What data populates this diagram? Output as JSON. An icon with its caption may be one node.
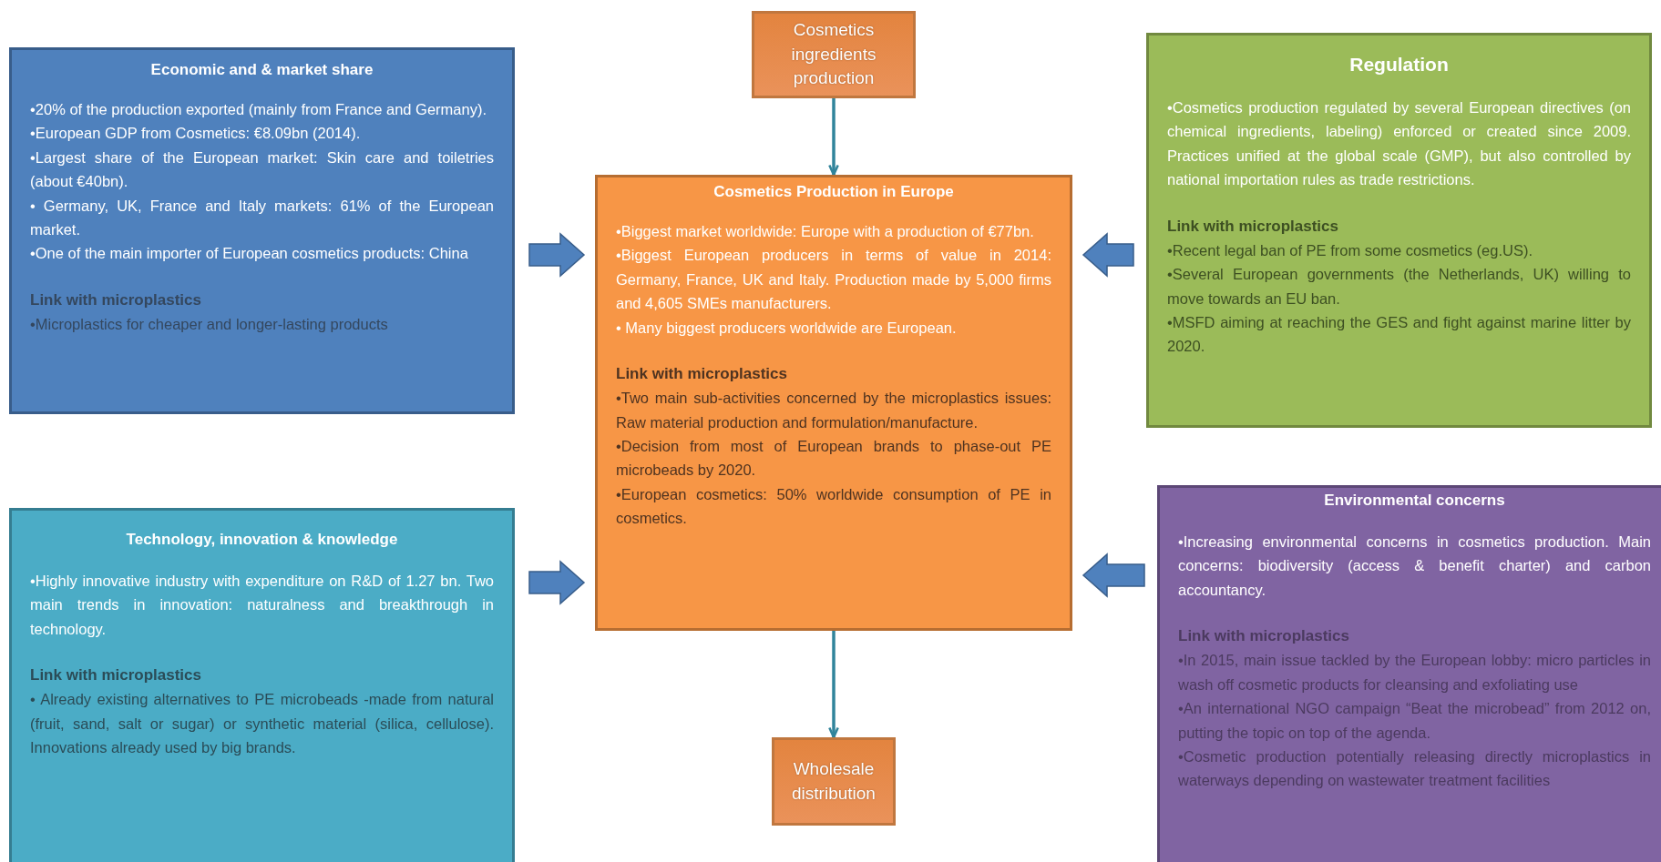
{
  "diagram": {
    "nodes": [
      {
        "text": [
          "Cosmetics ingredients production"
        ]
      },
      {
        "text": [
          "Economic and & market share",
          "•20% of the production exported (mainly from France and Germany).",
          "•European GDP from Cosmetics: €8.09bn (2014).",
          "•Largest share of the European market: Skin care and toiletries (about €40bn).",
          "• Germany, UK, France and Italy markets: 61% of the European market.",
          "•One of the main importer of European cosmetics products: China",
          "Link with microplastics",
          "•Microplastics for cheaper and longer-lasting products"
        ]
      },
      {
        "text": [
          "Regulation",
          "•Cosmetics production regulated by several European directives (on chemical ingredients, labeling) enforced or created since 2009. Practices unified at the global scale (GMP), but also controlled by national importation rules as trade restrictions.",
          "Link with microplastics",
          "•Recent legal ban of PE from some cosmetics (eg.US).",
          "•Several European governments (the Netherlands, UK) willing to move towards an EU ban.",
          "•MSFD aiming at reaching the GES and fight against marine litter by 2020."
        ]
      },
      {
        "text": [
          "Cosmetics Production in Europe",
          "•Biggest market worldwide: Europe with a production of €77bn.",
          "•Biggest European producers in terms of value in 2014: Germany, France, UK and Italy. Production made by 5,000 firms and 4,605 SMEs manufacturers.",
          "• Many biggest producers worldwide are European.",
          "Link with microplastics",
          "•Two main sub-activities concerned by the microplastics issues: Raw material production and formulation/manufacture.",
          "•Decision from most of European brands to phase-out PE microbeads by 2020.",
          "•European cosmetics: 50% worldwide consumption of PE in cosmetics."
        ]
      },
      {
        "text": [
          "Technology, innovation & knowledge",
          "•Highly innovative industry with expenditure on R&D of 1.27 bn. Two main trends in innovation: naturalness and breakthrough in technology.",
          "Link with microplastics",
          "• Already existing alternatives to PE microbeads -made from natural (fruit, sand, salt or sugar) or synthetic material (silica, cellulose). Innovations already used by big brands."
        ]
      },
      {
        "text": [
          "Environmental concerns",
          "•Increasing environmental concerns in cosmetics production. Main concerns: biodiversity (access & benefit charter) and carbon accountancy.",
          "Link with microplastics",
          "•In 2015, main issue tackled by the European lobby: micro particles in wash off cosmetic products for cleansing and exfoliating use",
          "•An international NGO campaign “Beat the microbead” from 2012 on, putting the topic on top of the agenda.",
          "•Cosmetic production potentially releasing directly microplastics in waterways depending on wastewater treatment facilities"
        ]
      },
      {
        "text": [
          "Wholesale distribution"
        ]
      }
    ],
    "edges": [
      {
        "from": 0,
        "to": 3,
        "arrow": "to",
        "color": "#31849b"
      },
      {
        "from": 1,
        "to": 3,
        "arrow": "to",
        "style": "thick"
      },
      {
        "from": 2,
        "to": 3,
        "arrow": "to",
        "style": "thick"
      },
      {
        "from": 4,
        "to": 3,
        "arrow": "to",
        "style": "thick"
      },
      {
        "from": 5,
        "to": 3,
        "arrow": "to",
        "style": "thick"
      },
      {
        "from": 3,
        "to": 6,
        "arrow": "to",
        "color": "#31849b"
      }
    ]
  }
}
